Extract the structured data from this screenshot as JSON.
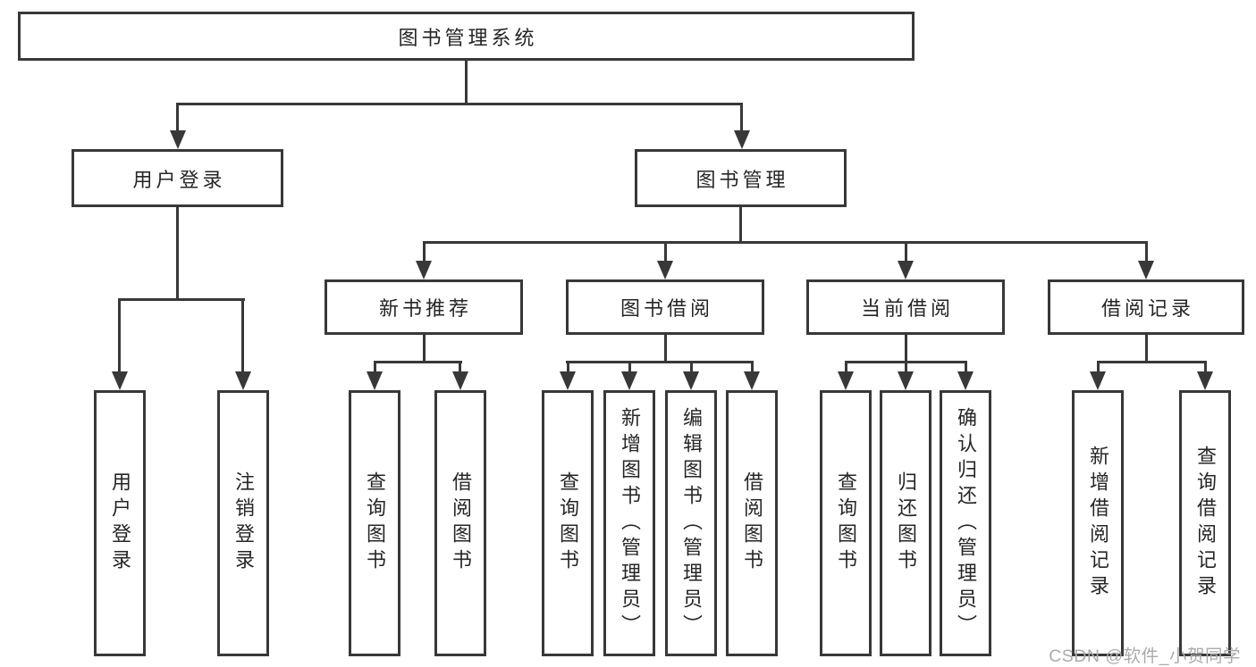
{
  "diagram": {
    "watermark": "CSDN @软件_小贺同学",
    "colors": {
      "line": "#383838",
      "text": "#262626",
      "watermark": "#ababab",
      "background": "#ffffff"
    },
    "nodes": {
      "root": "图书管理系统",
      "user_login": "用户登录",
      "book_mgmt": "图书管理",
      "new_book_rec": "新书推荐",
      "book_borrow": "图书借阅",
      "current_borrow": "当前借阅",
      "borrow_records": "借阅记录",
      "ul_user_login": "用户登录",
      "ul_logout": "注销登录",
      "nb_query_book": "查询图书",
      "nb_borrow_book": "借阅图书",
      "bb_query_book": "查询图书",
      "bb_add_book": "新增图书（管理员）",
      "bb_edit_book": "编辑图书（管理员）",
      "bb_borrow_book": "借阅图书",
      "cb_query_book": "查询图书",
      "cb_return_book": "归还图书",
      "cb_confirm_return": "确认归还（管理员）",
      "br_add_record": "新增借阅记录",
      "br_query_record": "查询借阅记录"
    }
  }
}
